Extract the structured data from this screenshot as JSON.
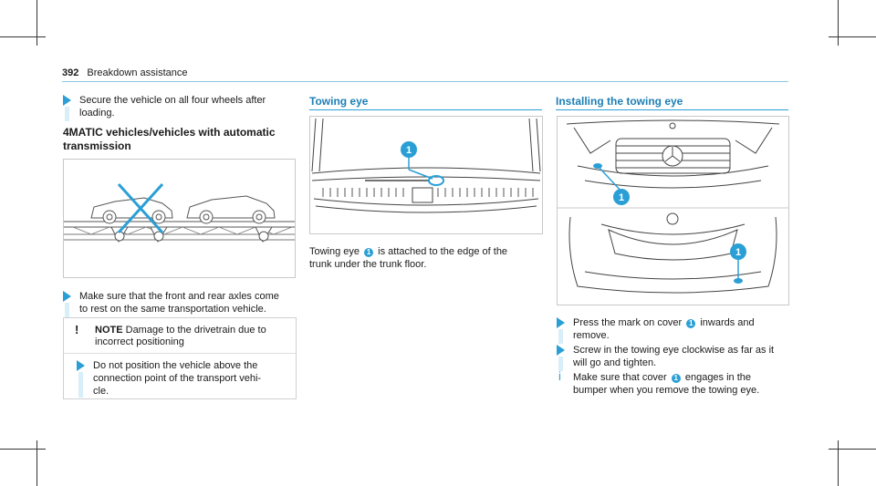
{
  "page": {
    "number": "392",
    "section": "Breakdown assistance"
  },
  "left": {
    "step1": "Secure the vehicle on all four wheels after\nloading.",
    "heading": "4MATIC vehicles/vehicles with automatic\ntransmission",
    "step2": "Make sure that the front and rear axles come\nto rest on the same transportation vehicle.",
    "note_icon": "!",
    "note_label": "NOTE",
    "note_title": "Damage to the drivetrain due to\nincorrect positioning",
    "note_step": "Do not position the vehicle above the\nconnection point of the transport vehi-\ncle."
  },
  "middle": {
    "title": "Towing eye",
    "badge": "1",
    "text_a": "Towing eye",
    "text_b": "is attached to the edge of the\ntrunk under the trunk floor."
  },
  "right": {
    "title": "Installing the towing eye",
    "badge": "1",
    "step1_a": "Press the mark on cover",
    "step1_b": "inwards and\nremove.",
    "step2": "Screw in the towing eye clockwise as far as it\nwill go and tighten.",
    "info_icon": "i",
    "info_a": "Make sure that cover",
    "info_b": "engages in the\nbumper when you remove the towing eye."
  },
  "colors": {
    "accent": "#2a9fd6",
    "title": "#1d7fb5"
  }
}
